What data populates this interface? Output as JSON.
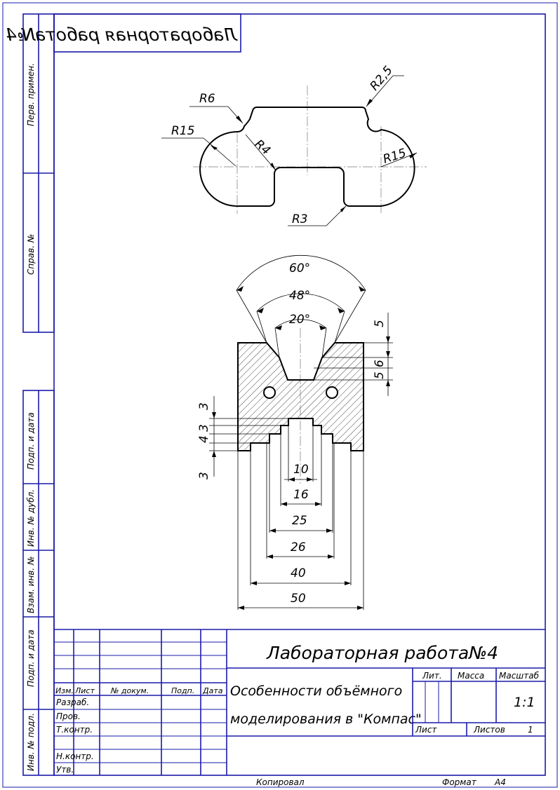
{
  "stamp": {
    "mirrored_title": "Лабораторная работа№4"
  },
  "side_columns": [
    {
      "label": "Перв. примен."
    },
    {
      "label": "Справ. №"
    },
    {
      "label": "Подп. и дата"
    },
    {
      "label": "Инв. № дубл."
    },
    {
      "label": "Взам. инв. №"
    },
    {
      "label": "Подп. и дата"
    },
    {
      "label": "Инв. № подл."
    }
  ],
  "top_view": {
    "dims": {
      "r6": "R6",
      "r2_5": "R2,5",
      "r15_left": "R15",
      "r4": "R4",
      "r15_right": "R15",
      "r3": "R3"
    }
  },
  "section_view": {
    "angles": {
      "a60": "60°",
      "a48": "48°",
      "a20": "20°"
    },
    "right_dims": {
      "d5_top": "5",
      "d6": "6",
      "d5": "5"
    },
    "left_dims": {
      "d3_top": "3",
      "d4": "4",
      "d3_mid": "3",
      "d3_bot": "3"
    },
    "widths": {
      "w10": "10",
      "w16": "16",
      "w25": "25",
      "w26": "26",
      "w40": "40",
      "w50": "50"
    }
  },
  "title_block": {
    "work_title": "Лабораторная работа№4",
    "subtitle_line1": "Особенности объёмного",
    "subtitle_line2": "моделирования в \"Компас\"",
    "col_headers": {
      "izm": "Изм.",
      "list": "Лист",
      "doc": "№ докум.",
      "sign": "Подп.",
      "date": "Дата"
    },
    "rows": {
      "razrab": "Разраб.",
      "prov": "Пров.",
      "tkontr": "Т.контр.",
      "nkontr": "Н.контр.",
      "utv": "Утв."
    },
    "lit": "Лит.",
    "mass": "Масса",
    "scale_label": "Масштаб",
    "scale_value": "1:1",
    "sheet_label": "Лист",
    "sheets_label": "Листов",
    "sheets_value": "1"
  },
  "footer": {
    "copied": "Копировал",
    "format_label": "Формат",
    "format_value": "A4"
  }
}
